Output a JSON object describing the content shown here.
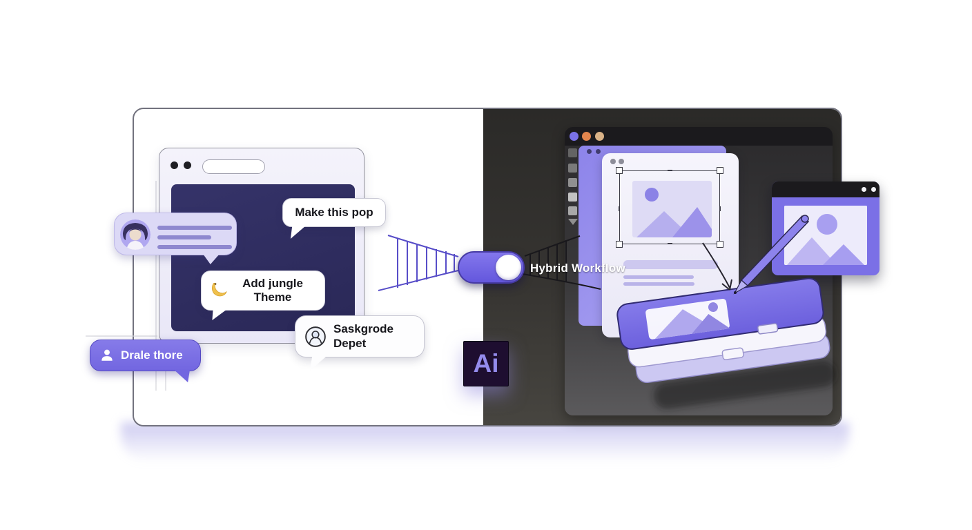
{
  "scene_title": "Hybrid chat-to-design workflow illustration",
  "toggle": {
    "label": "Hybrid Workflow",
    "state": "on"
  },
  "logo": {
    "text": "Ai"
  },
  "bubbles": {
    "make_this_pop": {
      "text": "Make this pop"
    },
    "add_jungle": {
      "line1": "Add jungle",
      "line2": "Theme",
      "icon": "banana-icon"
    },
    "drale_thore": {
      "text": "Drale thore",
      "icon": "user-icon"
    },
    "saskgrode": {
      "line1": "Saskgrode",
      "line2": "Depet",
      "icon": "avatar-outline-icon"
    },
    "avatar_message": {
      "icon": "user-avatar",
      "lines": 3
    }
  },
  "windows": {
    "chat_window": {
      "controls": "two-dots",
      "address_pill": ""
    },
    "design_app": {
      "titlebar_dots": [
        "purple",
        "orange",
        "tan"
      ],
      "toolbar_items": 6
    },
    "floating_window": {
      "controls": "two-dots"
    }
  },
  "colors": {
    "accent_purple": "#7265e4",
    "dark_panel": "#2e2d2b",
    "navy_chat": "#2e2c63",
    "artboard_purple": "#9088ec",
    "layer_card_purple": "#7b6fe4",
    "logo_bg": "#1e0e30",
    "logo_fg": "#948bec",
    "bubble_lavender": "#dcd9f6",
    "traffic_dot_1": "#7a72e8",
    "traffic_dot_2": "#e2854d",
    "traffic_dot_3": "#d9b287"
  }
}
